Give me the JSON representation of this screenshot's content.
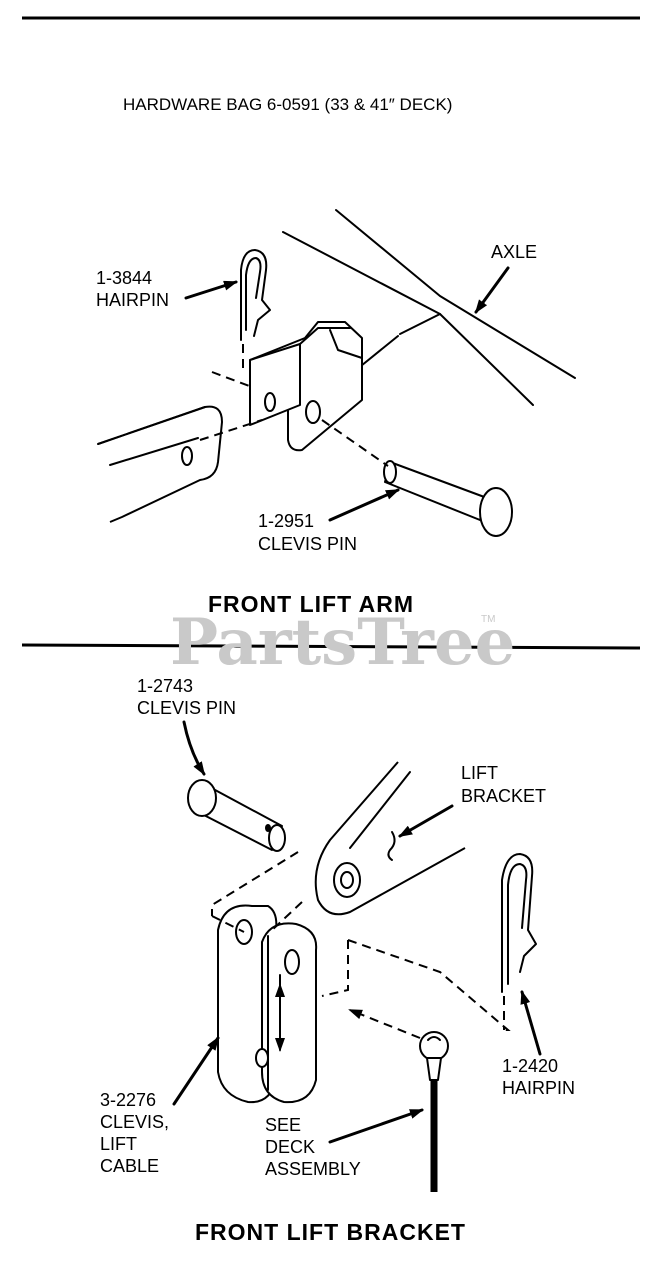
{
  "header": {
    "text": "HARDWARE BAG 6-0591 (33 & 41″ DECK)"
  },
  "watermark": {
    "text": "PartsTree",
    "trademark": "TM"
  },
  "section1": {
    "title": "FRONT LIFT ARM",
    "labels": {
      "hairpin_part": "1-3844",
      "hairpin_name": "HAIRPIN",
      "axle": "AXLE",
      "clevis_pin_part": "1-2951",
      "clevis_pin_name": "CLEVIS PIN"
    }
  },
  "section2": {
    "title": "FRONT LIFT BRACKET",
    "labels": {
      "clevis_pin_part": "1-2743",
      "clevis_pin_name": "CLEVIS PIN",
      "lift_bracket_1": "LIFT",
      "lift_bracket_2": "BRACKET",
      "hairpin_part": "1-2420",
      "hairpin_name": "HAIRPIN",
      "clevis_part": "3-2276",
      "clevis_line1": "CLEVIS,",
      "clevis_line2": "LIFT",
      "clevis_line3": "CABLE",
      "see_1": "SEE",
      "see_2": "DECK",
      "see_3": "ASSEMBLY"
    }
  }
}
